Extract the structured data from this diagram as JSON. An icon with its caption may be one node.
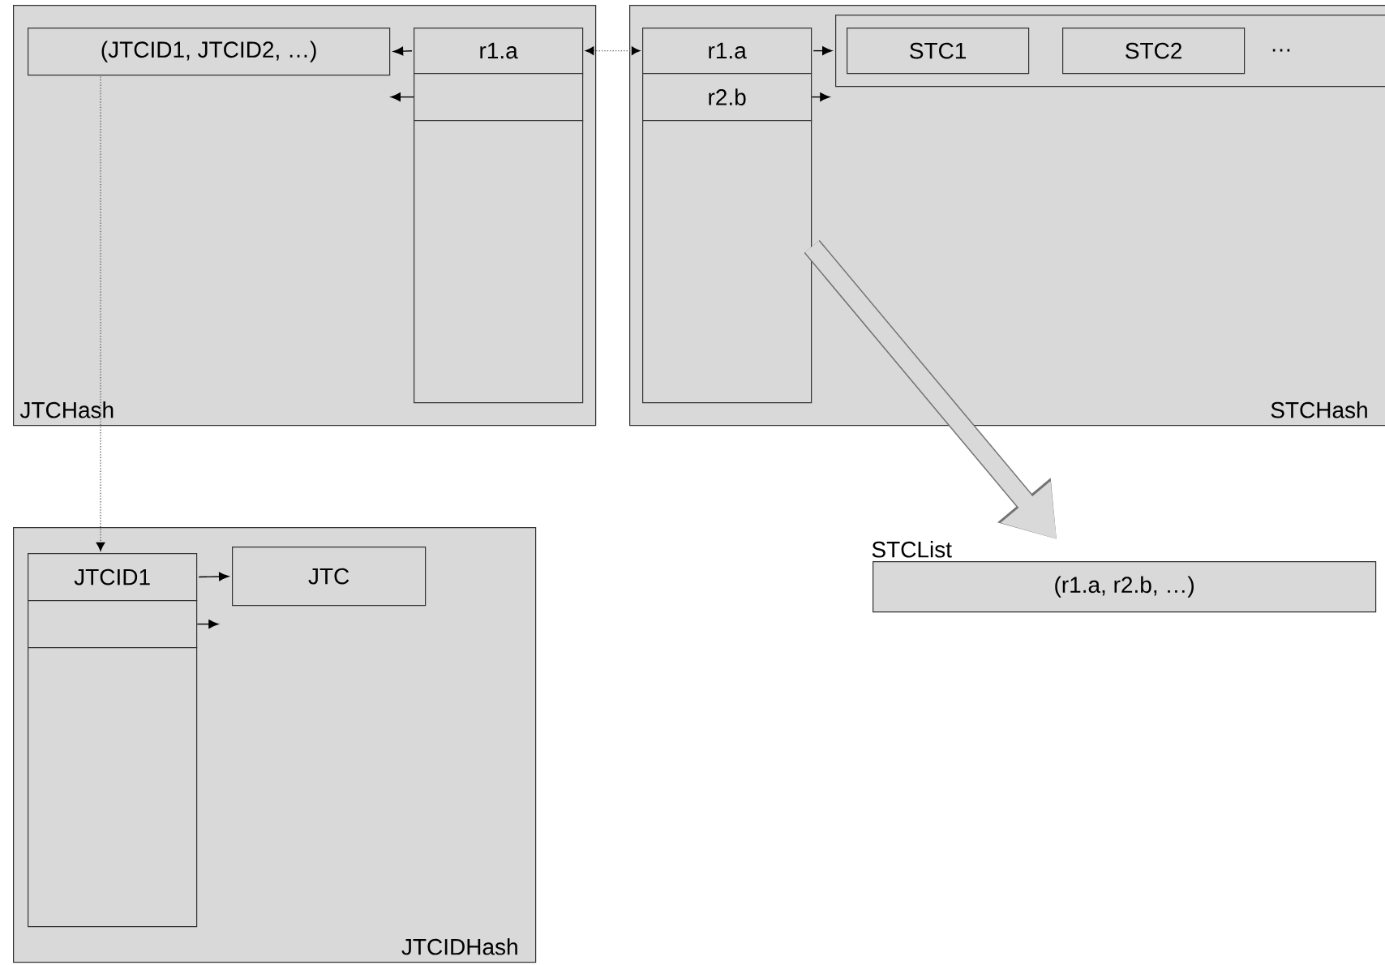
{
  "diagram": {
    "nodes": [
      {
        "text": [
          "JTCHash"
        ]
      },
      {
        "text": [
          "(JTCID1, JTCID2, …)"
        ],
        "in": 0
      },
      {
        "text": [
          "r1.a"
        ],
        "in": 0
      },
      {
        "text": [],
        "shape": "box",
        "in": 0
      },
      {
        "text": [],
        "shape": "box",
        "in": 0
      },
      {
        "text": [
          "STCHash"
        ]
      },
      {
        "text": [
          "r1.a"
        ],
        "in": 5
      },
      {
        "text": [
          "r2.b"
        ],
        "in": 5
      },
      {
        "text": [],
        "shape": "box",
        "in": 5
      },
      {
        "text": [
          "…"
        ],
        "in": 5
      },
      {
        "text": [
          "STC1"
        ],
        "in": 9
      },
      {
        "text": [
          "STC2"
        ],
        "in": 9
      },
      {
        "text": [
          "JTCIDHash"
        ]
      },
      {
        "text": [
          "JTCID1"
        ],
        "in": 12
      },
      {
        "text": [],
        "shape": "box",
        "in": 12
      },
      {
        "text": [],
        "shape": "box",
        "in": 12
      },
      {
        "text": [
          "JTC"
        ],
        "in": 12
      },
      {
        "text": [
          "STCList",
          "(r1.a, r2.b, …)"
        ]
      }
    ],
    "edges": [
      {
        "from": 2,
        "to": 1,
        "arrow": "to"
      },
      {
        "from": 3,
        "to": null,
        "arrow": "to"
      },
      {
        "from": 2,
        "to": 6,
        "arrow": "both",
        "style": "dashed",
        "color": "#666666"
      },
      {
        "from": 6,
        "to": 9,
        "arrow": "to"
      },
      {
        "from": 7,
        "to": null,
        "arrow": "to"
      },
      {
        "from": 8,
        "to": 17,
        "arrow": "to",
        "style": "thick",
        "color": "#d9d9d9"
      },
      {
        "from": 1,
        "to": 13,
        "arrow": "to",
        "style": "dashed",
        "color": "#666666"
      },
      {
        "from": 13,
        "to": 16,
        "arrow": "to"
      },
      {
        "from": 14,
        "to": null,
        "arrow": "to"
      }
    ]
  }
}
